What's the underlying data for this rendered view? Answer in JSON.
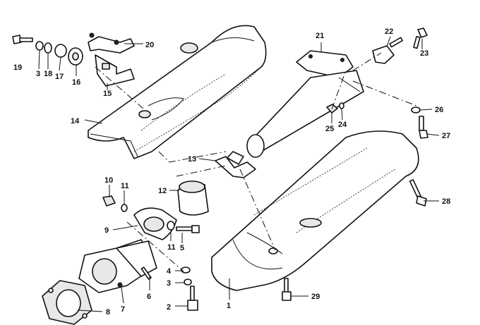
{
  "diagram": {
    "callouts": [
      "1",
      "2",
      "3",
      "4",
      "5",
      "6",
      "7",
      "8",
      "9",
      "10",
      "11",
      "11",
      "12",
      "13",
      "14",
      "15",
      "16",
      "17",
      "18",
      "3",
      "19",
      "20",
      "21",
      "22",
      "23",
      "24",
      "25",
      "26",
      "27",
      "28",
      "29"
    ]
  }
}
